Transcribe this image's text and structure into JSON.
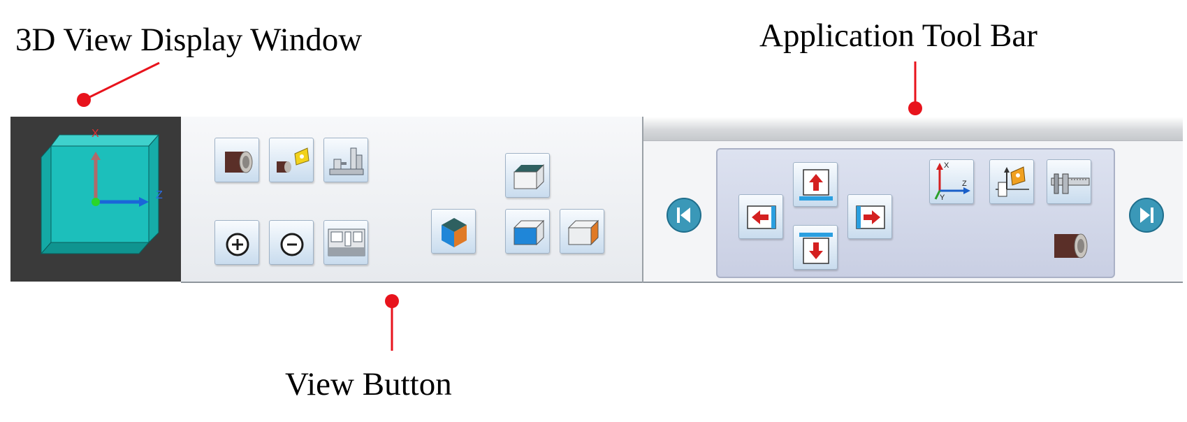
{
  "annotations": {
    "view_display_window": "3D View Display Window",
    "application_tool_bar": "Application Tool Bar",
    "view_button": "View Button"
  },
  "viewport": {
    "axis_x": "X",
    "axis_z": "Z"
  },
  "application_toolbar": {
    "axis_x": "X",
    "axis_y": "Y",
    "axis_z": "Z"
  },
  "colors": {
    "annotation_red": "#e8131c",
    "viewport_bg": "#3a3a3a",
    "cube_teal": "#19b7b3",
    "nav_teal": "#3a98b8",
    "arrow_red": "#d42020"
  }
}
